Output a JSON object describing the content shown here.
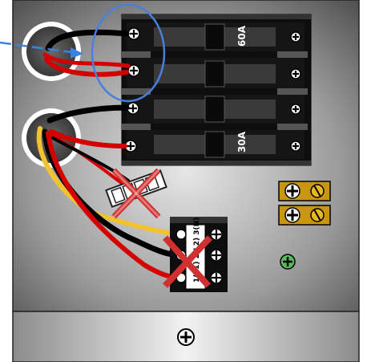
{
  "panel": {
    "colors": {
      "panel_light": "#e8e8e8",
      "panel_dark": "#555555",
      "breaker_body": "#111111",
      "wire_black": "#000000",
      "wire_red": "#d40000",
      "wire_yellow": "#f2c230",
      "ground_lug": "#5cb85c",
      "brass_screw": "#d4a017",
      "highlight_circle": "#4a7fe0",
      "pointer_arrow": "#3b82e0",
      "removed_mark": "#d03030"
    },
    "breakers": [
      {
        "label": "60A"
      },
      {
        "label": "30A"
      }
    ],
    "terminal_block": {
      "label": "1(L1) 2(L2) 3(N)"
    },
    "icons": [
      "pointer-arrow-icon",
      "highlight-circle-icon",
      "red-x-removed-icon",
      "screw-icon",
      "ground-screw-icon"
    ]
  }
}
